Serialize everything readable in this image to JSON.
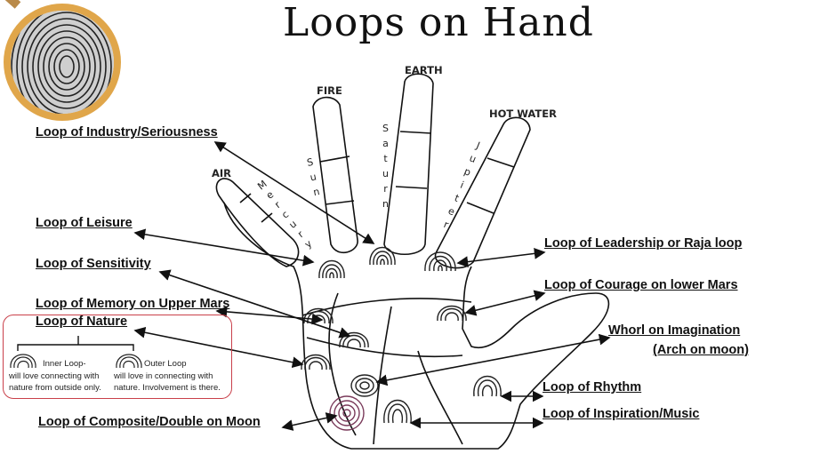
{
  "title": "Loops on Hand",
  "elements": {
    "air": "AIR",
    "fire": "FIRE",
    "earth": "EARTH",
    "hot_water": "HOT WATER"
  },
  "fingers": {
    "mercury": "Mercury",
    "sun": "Sun",
    "saturn": "Saturn",
    "jupiter": "Jupiter"
  },
  "labels": {
    "industry": "Loop of Industry/Seriousness",
    "leisure": "Loop of Leisure",
    "sensitivity": "Loop of Sensitivity",
    "memory": "Loop of Memory on Upper Mars",
    "nature": "Loop of Nature",
    "composite": "Loop of Composite/Double on Moon",
    "leadership": "Loop of Leadership or Raja loop",
    "courage": "Loop of Courage on lower Mars",
    "imagination_1": "Whorl on Imagination",
    "imagination_2": "(Arch on moon)",
    "rhythm": "Loop of Rhythm",
    "inspiration": "Loop of Inspiration/Music"
  },
  "legend": {
    "inner_title": "Inner Loop-",
    "inner_line1": "will love connecting with",
    "inner_line2": "nature from outside only.",
    "outer_title": "Outer Loop",
    "outer_line1": "will love in connecting with",
    "outer_line2": "nature. Involvement is there."
  },
  "colors": {
    "legend_border": "#c9404a",
    "magnifier_rim": "#e0a64a",
    "composite_whorl": "#7a3a5a"
  }
}
